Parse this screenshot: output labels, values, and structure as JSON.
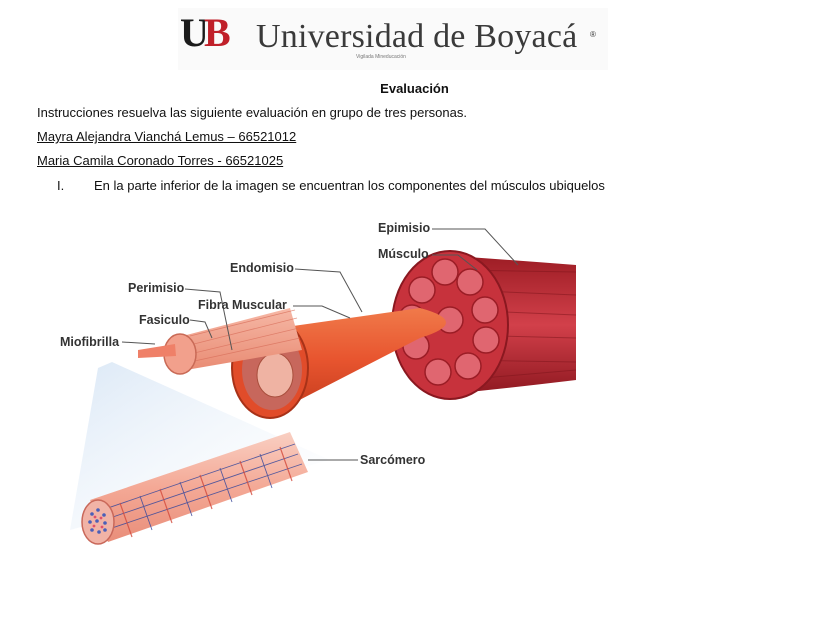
{
  "header": {
    "logo_mark": "UB",
    "logo_name": "Universidad de Boyacá",
    "logo_reg": "®",
    "logo_sub": "Vigilada Mineducación"
  },
  "document": {
    "title": "Evaluación",
    "instructions": "Instrucciones resuelva las siguiente evaluación en grupo de tres personas.",
    "member_1": "Mayra Alejandra Vianchá Lemus – 66521012",
    "member_2": "Maria Camila Coronado Torres - 66521025",
    "item_number": "I.",
    "item_text": "En la parte inferior de la imagen se encuentran los componentes del músculos ubiquelos"
  },
  "diagram": {
    "labels": {
      "epimisio": "Epimisio",
      "musculo": "Músculo",
      "endomisio": "Endomisio",
      "perimisio": "Perimisio",
      "fibra": "Fibra Muscular",
      "fasciculo": "Fasiculo",
      "miofibrilla": "Miofibrilla",
      "sarcomero": "Sarcómero"
    },
    "colors": {
      "muscle_dark": "#b3232e",
      "muscle_mid": "#d9434a",
      "fiber_orange": "#e8552f",
      "fascicle_pink": "#f2a08c",
      "myofibril_pink": "#f4b6a6",
      "sarcomere_line": "#3b4a9c",
      "beam": "#cfe0f3"
    }
  }
}
